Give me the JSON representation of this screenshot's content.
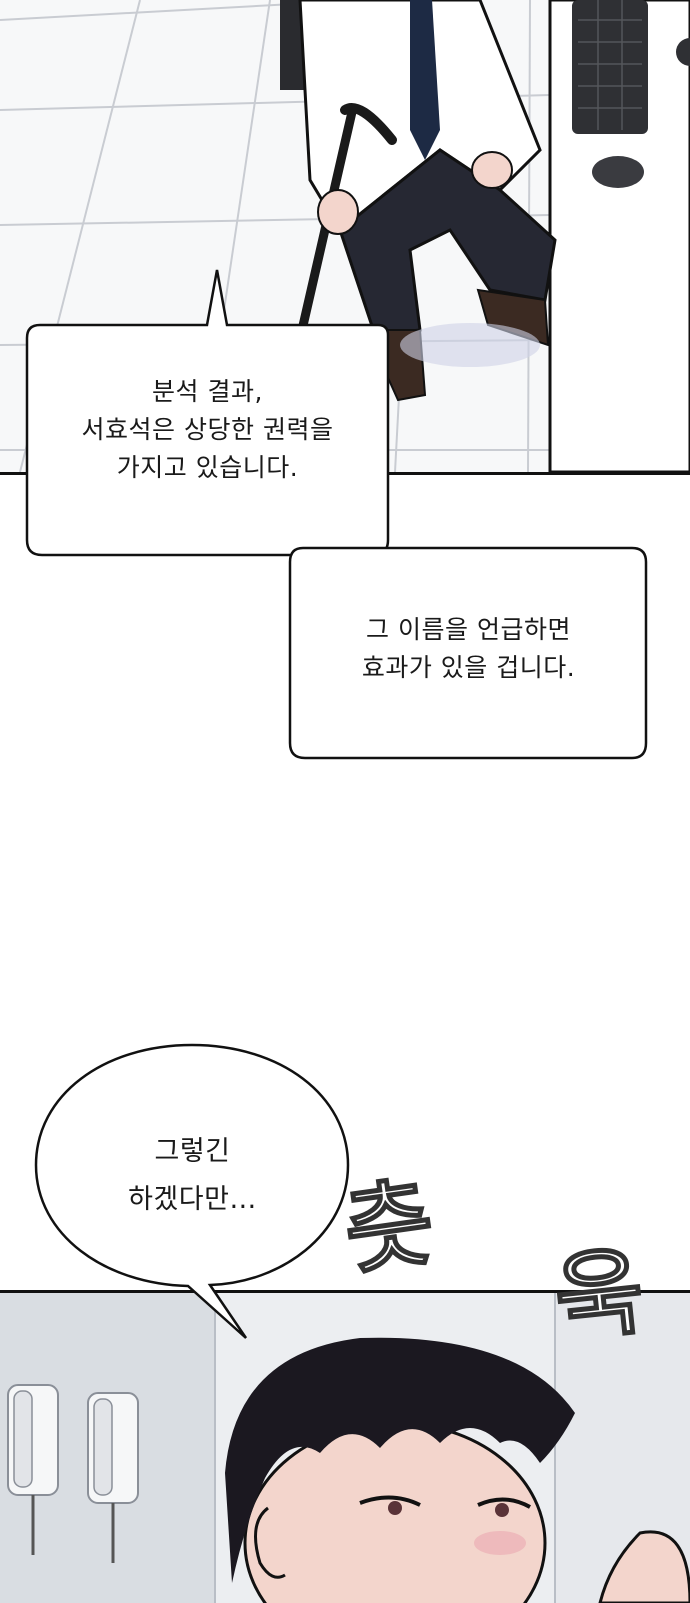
{
  "speech_bubbles": {
    "analysis": {
      "lines": [
        "분석 결과,",
        "서효석은 상당한 권력을",
        "가지고 있습니다."
      ]
    },
    "mention": {
      "lines": [
        "그 이름을 언급하면",
        "효과가 있을 겁니다."
      ]
    },
    "reply": {
      "lines": [
        "그렇긴",
        "하겠다만…"
      ]
    }
  },
  "sound_effects": {
    "left_glyph": "츳",
    "right_glyph": "욱"
  },
  "colors": {
    "ink": "#111111",
    "floor_tile": "#f3f4f6",
    "wall": "#e3e6ea",
    "hair": "#1b1820",
    "skin": "#f3d5cc"
  }
}
